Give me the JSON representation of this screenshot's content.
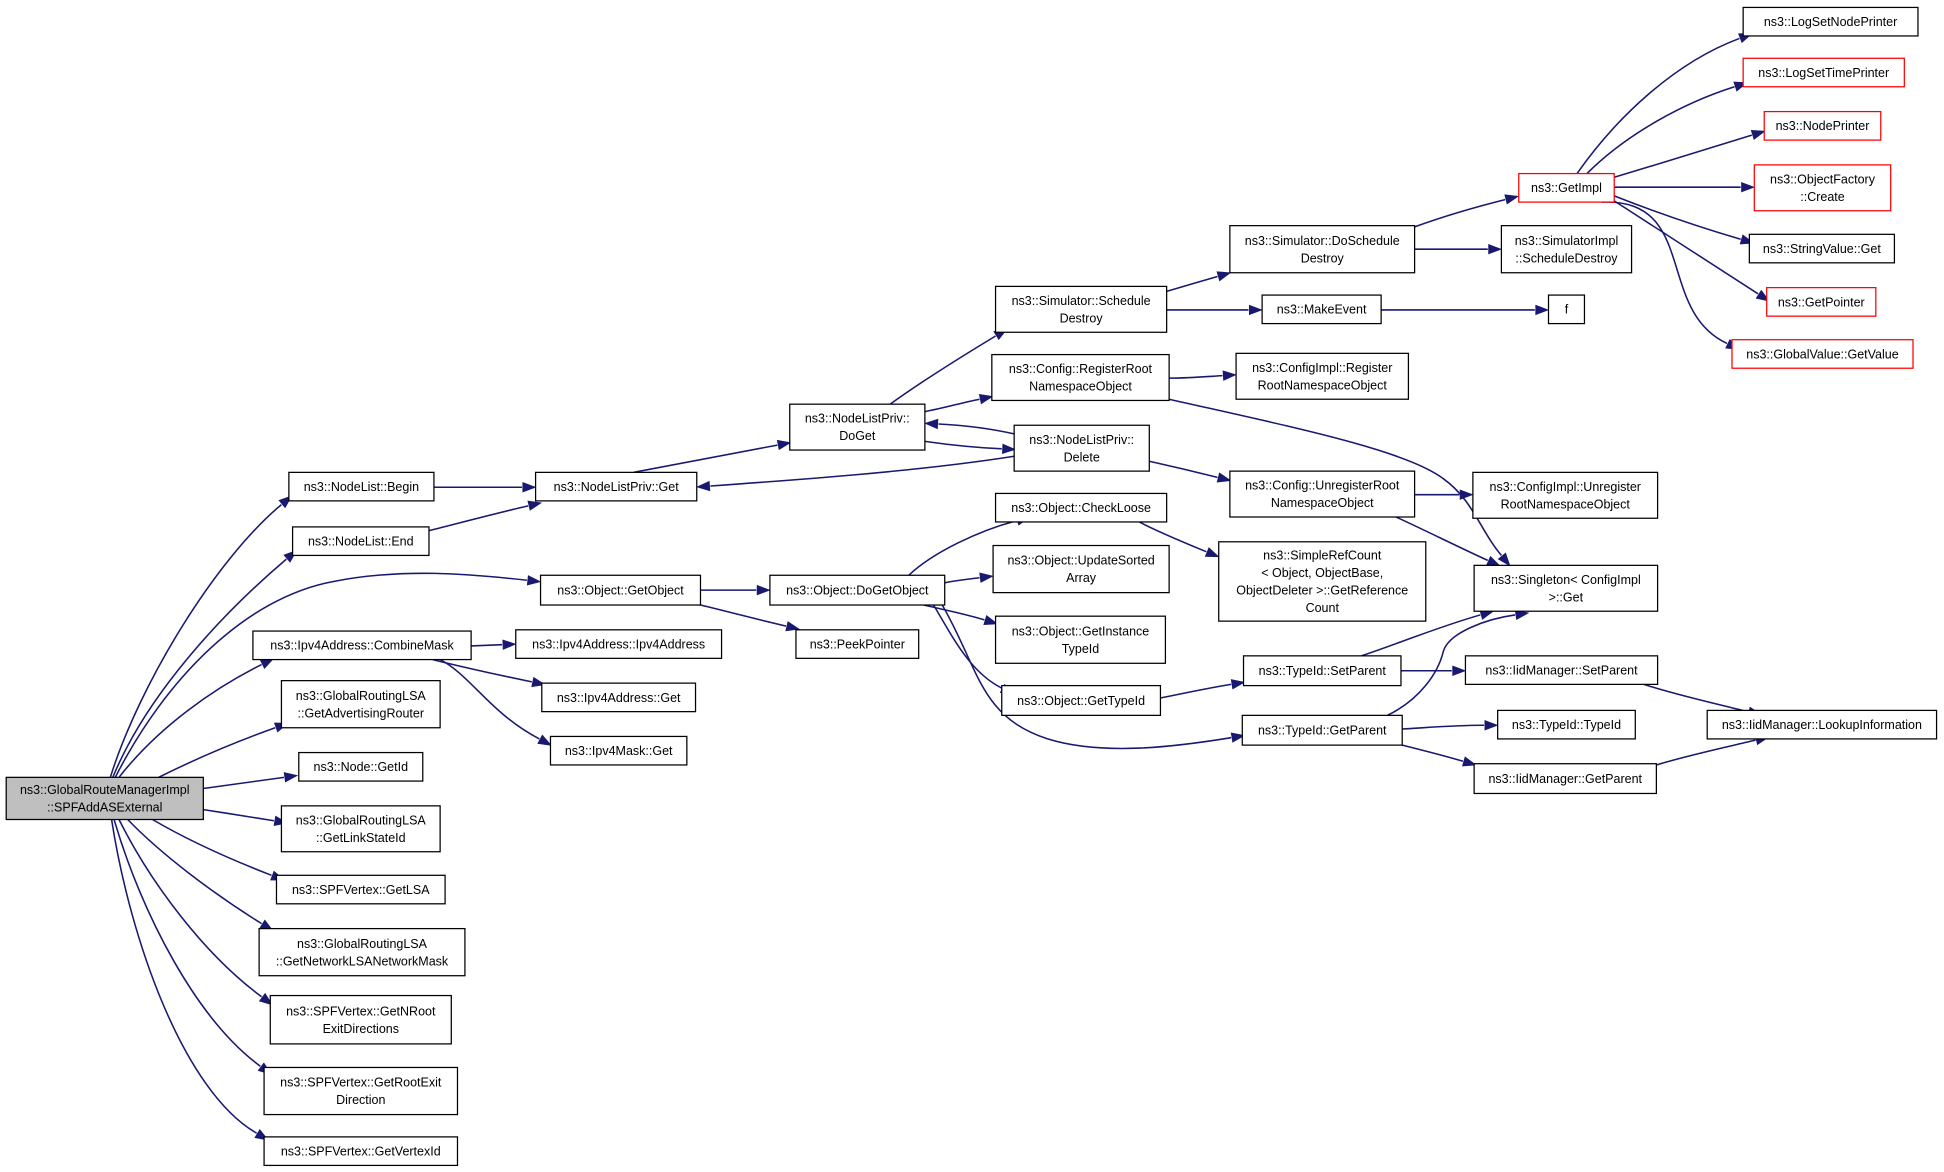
{
  "colors": {
    "edge": "#191970",
    "node_border": "#000000",
    "truncated_border": "#ff0000",
    "root_fill": "#bfbfbf",
    "background": "#ffffff"
  },
  "nodes": [
    {
      "id": "root",
      "lines": [
        "ns3::GlobalRouteManagerImpl",
        "::SPFAddASExternal"
      ],
      "style": "root"
    },
    {
      "id": "nl_begin",
      "lines": [
        "ns3::NodeList::Begin"
      ]
    },
    {
      "id": "nl_end",
      "lines": [
        "ns3::NodeList::End"
      ]
    },
    {
      "id": "obj_getobject",
      "lines": [
        "ns3::Object::GetObject"
      ]
    },
    {
      "id": "ipv4_combinemask",
      "lines": [
        "ns3::Ipv4Address::CombineMask"
      ]
    },
    {
      "id": "glsa_advrouter",
      "lines": [
        "ns3::GlobalRoutingLSA",
        "::GetAdvertisingRouter"
      ]
    },
    {
      "id": "node_getid",
      "lines": [
        "ns3::Node::GetId"
      ]
    },
    {
      "id": "glsa_linkstateid",
      "lines": [
        "ns3::GlobalRoutingLSA",
        "::GetLinkStateId"
      ]
    },
    {
      "id": "spf_getlsa",
      "lines": [
        "ns3::SPFVertex::GetLSA"
      ]
    },
    {
      "id": "glsa_netmask",
      "lines": [
        "ns3::GlobalRoutingLSA",
        "::GetNetworkLSANetworkMask"
      ]
    },
    {
      "id": "spf_getnroot",
      "lines": [
        "ns3::SPFVertex::GetNRoot",
        "ExitDirections"
      ]
    },
    {
      "id": "spf_getrootexit",
      "lines": [
        "ns3::SPFVertex::GetRootExit",
        "Direction"
      ]
    },
    {
      "id": "spf_getvertexid",
      "lines": [
        "ns3::SPFVertex::GetVertexId"
      ]
    },
    {
      "id": "nlp_get",
      "lines": [
        "ns3::NodeListPriv::Get"
      ]
    },
    {
      "id": "obj_dogetobject",
      "lines": [
        "ns3::Object::DoGetObject"
      ]
    },
    {
      "id": "peekpointer",
      "lines": [
        "ns3::PeekPointer"
      ]
    },
    {
      "id": "ipv4_ctor",
      "lines": [
        "ns3::Ipv4Address::Ipv4Address"
      ]
    },
    {
      "id": "ipv4_get",
      "lines": [
        "ns3::Ipv4Address::Get"
      ]
    },
    {
      "id": "ipv4mask_get",
      "lines": [
        "ns3::Ipv4Mask::Get"
      ]
    },
    {
      "id": "nlp_doget",
      "lines": [
        "ns3::NodeListPriv::",
        "DoGet"
      ]
    },
    {
      "id": "nlp_delete",
      "lines": [
        "ns3::NodeListPriv::",
        "Delete"
      ]
    },
    {
      "id": "sim_scheddestroy",
      "lines": [
        "ns3::Simulator::Schedule",
        "Destroy"
      ]
    },
    {
      "id": "cfg_register",
      "lines": [
        "ns3::Config::RegisterRoot",
        "NamespaceObject"
      ]
    },
    {
      "id": "obj_checkloose",
      "lines": [
        "ns3::Object::CheckLoose"
      ]
    },
    {
      "id": "obj_updatesorted",
      "lines": [
        "ns3::Object::UpdateSorted",
        "Array"
      ]
    },
    {
      "id": "obj_getinstancetypeid",
      "lines": [
        "ns3::Object::GetInstance",
        "TypeId"
      ]
    },
    {
      "id": "obj_gettypeid",
      "lines": [
        "ns3::Object::GetTypeId"
      ]
    },
    {
      "id": "sim_doscheddestroy",
      "lines": [
        "ns3::Simulator::DoSchedule",
        "Destroy"
      ]
    },
    {
      "id": "makeevent",
      "lines": [
        "ns3::MakeEvent"
      ]
    },
    {
      "id": "cfgimpl_register",
      "lines": [
        "ns3::ConfigImpl::Register",
        "RootNamespaceObject"
      ]
    },
    {
      "id": "cfg_unregister",
      "lines": [
        "ns3::Config::UnregisterRoot",
        "NamespaceObject"
      ]
    },
    {
      "id": "simplerefcount",
      "lines": [
        "ns3::SimpleRefCount",
        "< Object, ObjectBase,",
        "ObjectDeleter >::GetReference",
        "Count"
      ]
    },
    {
      "id": "typeid_setparent",
      "lines": [
        "ns3::TypeId::SetParent"
      ]
    },
    {
      "id": "typeid_getparent",
      "lines": [
        "ns3::TypeId::GetParent"
      ]
    },
    {
      "id": "getimpl",
      "lines": [
        "ns3::GetImpl"
      ],
      "style": "truncated"
    },
    {
      "id": "simimpl_scheddestroy",
      "lines": [
        "ns3::SimulatorImpl",
        "::ScheduleDestroy"
      ]
    },
    {
      "id": "f",
      "lines": [
        "f"
      ]
    },
    {
      "id": "cfgimpl_unregister",
      "lines": [
        "ns3::ConfigImpl::Unregister",
        "RootNamespaceObject"
      ]
    },
    {
      "id": "singleton_get",
      "lines": [
        "ns3::Singleton< ConfigImpl",
        ">::Get"
      ]
    },
    {
      "id": "iid_setparent",
      "lines": [
        "ns3::IidManager::SetParent"
      ]
    },
    {
      "id": "typeid_typeid",
      "lines": [
        "ns3::TypeId::TypeId"
      ]
    },
    {
      "id": "iid_getparent",
      "lines": [
        "ns3::IidManager::GetParent"
      ]
    },
    {
      "id": "log_nodeprinter",
      "lines": [
        "ns3::LogSetNodePrinter"
      ]
    },
    {
      "id": "log_timeprinter",
      "lines": [
        "ns3::LogSetTimePrinter"
      ],
      "style": "truncated"
    },
    {
      "id": "nodeprinter",
      "lines": [
        "ns3::NodePrinter"
      ],
      "style": "truncated"
    },
    {
      "id": "objfactory_create",
      "lines": [
        "ns3::ObjectFactory",
        "::Create"
      ],
      "style": "truncated"
    },
    {
      "id": "stringvalue_get",
      "lines": [
        "ns3::StringValue::Get"
      ]
    },
    {
      "id": "getpointer",
      "lines": [
        "ns3::GetPointer"
      ],
      "style": "truncated"
    },
    {
      "id": "globalvalue_getvalue",
      "lines": [
        "ns3::GlobalValue::GetValue"
      ],
      "style": "truncated"
    },
    {
      "id": "iid_lookup",
      "lines": [
        "ns3::IidManager::LookupInformation"
      ]
    }
  ],
  "edges": [
    [
      "root",
      "nl_begin"
    ],
    [
      "root",
      "nl_end"
    ],
    [
      "root",
      "obj_getobject"
    ],
    [
      "root",
      "ipv4_combinemask"
    ],
    [
      "root",
      "glsa_advrouter"
    ],
    [
      "root",
      "node_getid"
    ],
    [
      "root",
      "glsa_linkstateid"
    ],
    [
      "root",
      "spf_getlsa"
    ],
    [
      "root",
      "glsa_netmask"
    ],
    [
      "root",
      "spf_getnroot"
    ],
    [
      "root",
      "spf_getrootexit"
    ],
    [
      "root",
      "spf_getvertexid"
    ],
    [
      "nl_begin",
      "nlp_get"
    ],
    [
      "nl_end",
      "nlp_get"
    ],
    [
      "obj_getobject",
      "obj_dogetobject"
    ],
    [
      "obj_getobject",
      "peekpointer"
    ],
    [
      "ipv4_combinemask",
      "ipv4_ctor"
    ],
    [
      "ipv4_combinemask",
      "ipv4_get"
    ],
    [
      "ipv4_combinemask",
      "ipv4mask_get"
    ],
    [
      "nlp_get",
      "nlp_doget"
    ],
    [
      "nlp_doget",
      "sim_scheddestroy"
    ],
    [
      "nlp_doget",
      "cfg_register"
    ],
    [
      "nlp_doget",
      "nlp_delete"
    ],
    [
      "nlp_delete",
      "nlp_doget"
    ],
    [
      "nlp_delete",
      "nlp_get"
    ],
    [
      "nlp_delete",
      "cfg_unregister"
    ],
    [
      "obj_dogetobject",
      "obj_checkloose"
    ],
    [
      "obj_dogetobject",
      "obj_updatesorted"
    ],
    [
      "obj_dogetobject",
      "obj_getinstancetypeid"
    ],
    [
      "obj_dogetobject",
      "obj_gettypeid"
    ],
    [
      "obj_dogetobject",
      "typeid_getparent"
    ],
    [
      "obj_checkloose",
      "simplerefcount"
    ],
    [
      "obj_gettypeid",
      "typeid_setparent"
    ],
    [
      "sim_scheddestroy",
      "sim_doscheddestroy"
    ],
    [
      "sim_scheddestroy",
      "makeevent"
    ],
    [
      "cfg_register",
      "cfgimpl_register"
    ],
    [
      "cfg_register",
      "singleton_get"
    ],
    [
      "sim_doscheddestroy",
      "getimpl"
    ],
    [
      "sim_doscheddestroy",
      "simimpl_scheddestroy"
    ],
    [
      "makeevent",
      "f"
    ],
    [
      "cfg_unregister",
      "cfgimpl_unregister"
    ],
    [
      "cfg_unregister",
      "singleton_get"
    ],
    [
      "typeid_setparent",
      "singleton_get"
    ],
    [
      "typeid_setparent",
      "iid_setparent"
    ],
    [
      "typeid_getparent",
      "singleton_get"
    ],
    [
      "typeid_getparent",
      "typeid_typeid"
    ],
    [
      "typeid_getparent",
      "iid_getparent"
    ],
    [
      "iid_setparent",
      "iid_lookup"
    ],
    [
      "iid_getparent",
      "iid_lookup"
    ],
    [
      "getimpl",
      "log_nodeprinter"
    ],
    [
      "getimpl",
      "log_timeprinter"
    ],
    [
      "getimpl",
      "nodeprinter"
    ],
    [
      "getimpl",
      "objfactory_create"
    ],
    [
      "getimpl",
      "stringvalue_get"
    ],
    [
      "getimpl",
      "getpointer"
    ],
    [
      "getimpl",
      "globalvalue_getvalue"
    ]
  ]
}
